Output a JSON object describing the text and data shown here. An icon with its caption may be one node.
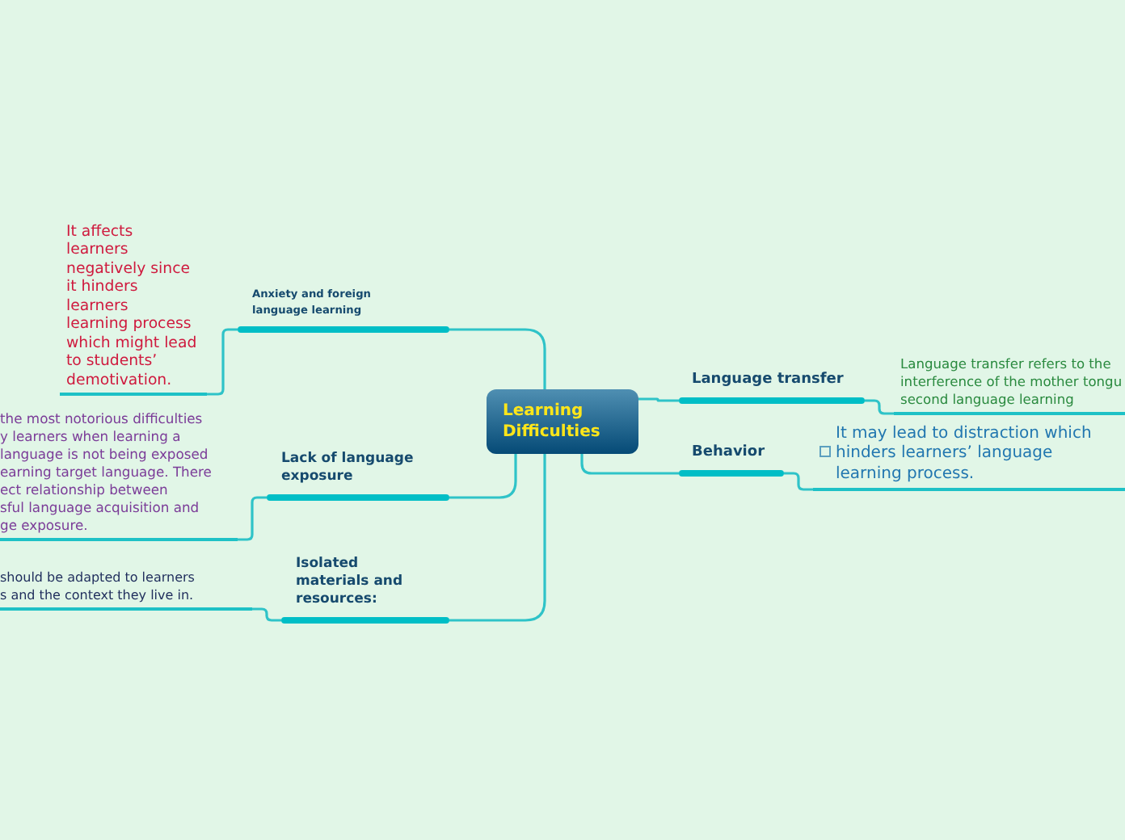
{
  "diagram": {
    "nodes": [
      {
        "text": [
          "Learning Difficulties"
        ]
      },
      {
        "text": [
          "Anxiety and foreign language learning"
        ]
      },
      {
        "text": [
          "It affects learners negatively since it hinders learners learning process which might lead to students’ demotivation."
        ]
      },
      {
        "text": [
          "Lack of language exposure"
        ]
      },
      {
        "text": [
          "the most notorious difficulties y learners when learning a language is not being exposed earning target language. There ect relationship between sful language acquisition and ge exposure."
        ]
      },
      {
        "text": [
          "Isolated materials and resources:"
        ]
      },
      {
        "text": [
          "should be adapted to learners s and the context they live in."
        ]
      },
      {
        "text": [
          "Language transfer"
        ]
      },
      {
        "text": [
          "Language transfer refers to the interference of the mother tongu second language learning"
        ]
      },
      {
        "text": [
          "Behavior"
        ]
      },
      {
        "text": [
          "It may lead to distraction which hinders learners’ language learning process."
        ]
      }
    ],
    "edges": [
      {
        "from": 0,
        "to": 1,
        "arrow": "none"
      },
      {
        "from": 1,
        "to": 2,
        "arrow": "none"
      },
      {
        "from": 0,
        "to": 3,
        "arrow": "none"
      },
      {
        "from": 3,
        "to": 4,
        "arrow": "none"
      },
      {
        "from": 0,
        "to": 5,
        "arrow": "none"
      },
      {
        "from": 5,
        "to": 6,
        "arrow": "none"
      },
      {
        "from": 0,
        "to": 7,
        "arrow": "none"
      },
      {
        "from": 7,
        "to": 8,
        "arrow": "none"
      },
      {
        "from": 0,
        "to": 9,
        "arrow": "none"
      },
      {
        "from": 9,
        "to": 10,
        "arrow": "none"
      }
    ]
  }
}
